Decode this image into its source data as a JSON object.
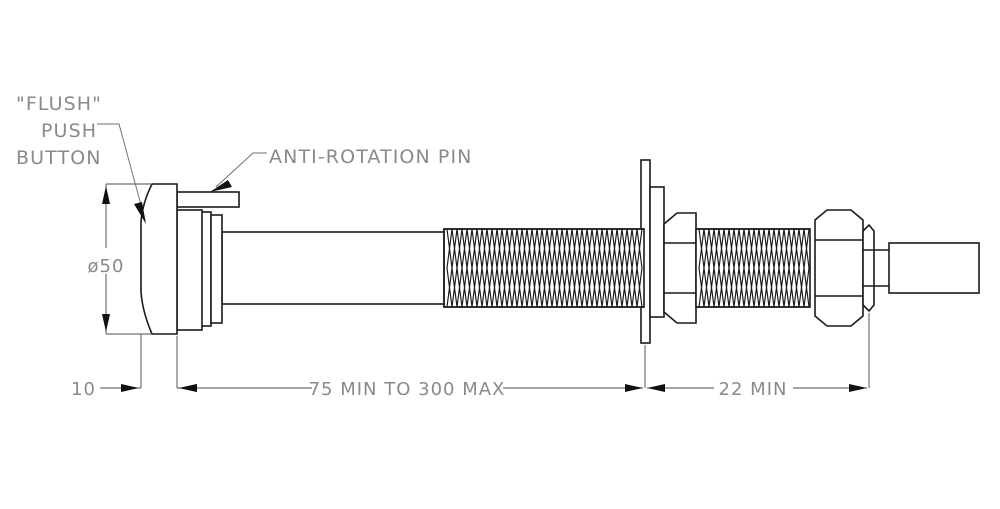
{
  "drawing": {
    "type": "engineering-part-drawing",
    "subject": "Flush push button switch, panel mount, side elevation section",
    "background_color": "#ffffff",
    "line_color": "#1a1a1a",
    "text_color": "#8a8a8a",
    "dimension_color": "#4d4d4d"
  },
  "labels": {
    "flush_push_button": {
      "line1": "\"FLUSH\"",
      "line2": "PUSH",
      "line3": "BUTTON"
    },
    "anti_rotation_pin": "ANTI-ROTATION PIN"
  },
  "dimensions": {
    "diameter": "ø50",
    "bezel_depth": "10",
    "shaft_length": "75 MIN TO 300 MAX",
    "rear_length": "22 MIN"
  },
  "parts": {
    "bezel": "flush-button-bezel",
    "pin": "anti-rotation-pin",
    "collar": "body-collar",
    "shaft": "plain-shaft",
    "thread_front": "front-threaded-section",
    "panel": "mounting-panel",
    "washer": "flat-washer",
    "nut_front": "front-hex-nut",
    "thread_rear": "rear-threaded-section",
    "nut_rear": "rear-hex-nut",
    "terminal": "cable-terminal-block"
  }
}
